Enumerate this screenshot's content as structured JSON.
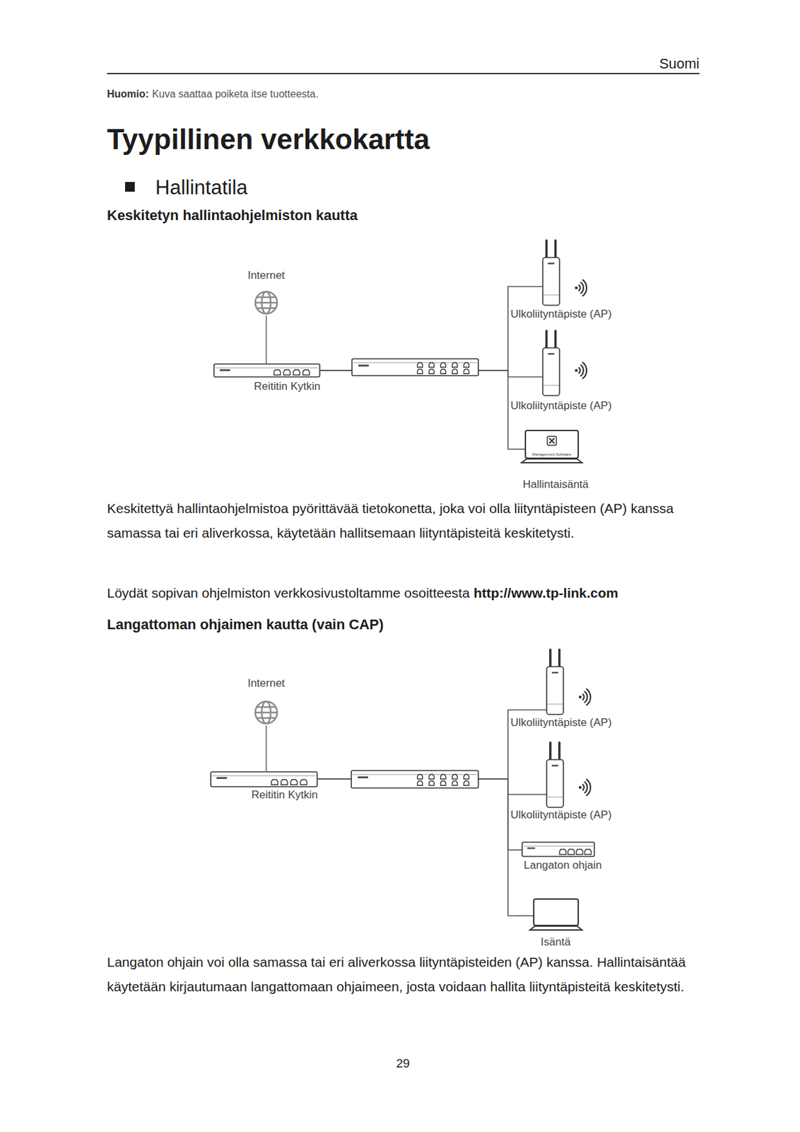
{
  "diagram": {
    "title": "Tyypillinen verkkokartta",
    "nodes": [
      {
        "text": [
          "Internet"
        ]
      },
      {
        "text": [
          "Reititin Kytkin"
        ]
      },
      {
        "text": [
          "Ulkoliityntäpiste (AP)"
        ]
      },
      {
        "text": [
          "Ulkoliityntäpiste (AP)"
        ]
      },
      {
        "text": [
          "Management Software",
          "Hallintaisäntä"
        ]
      },
      {
        "text": [
          "Internet"
        ]
      },
      {
        "text": [
          "Reititin Kytkin"
        ]
      },
      {
        "text": [
          "Ulkoliityntäpiste (AP)"
        ]
      },
      {
        "text": [
          "Ulkoliityntäpiste (AP)"
        ]
      },
      {
        "text": [
          "Langaton ohjain"
        ]
      },
      {
        "text": [
          "Isäntä"
        ]
      }
    ],
    "edges": [
      {
        "from": 0,
        "to": 1,
        "arrow": "none"
      },
      {
        "from": 1,
        "to": 2,
        "arrow": "none"
      },
      {
        "from": 1,
        "to": 3,
        "arrow": "none"
      },
      {
        "from": 1,
        "to": 4,
        "arrow": "none"
      },
      {
        "from": 5,
        "to": 6,
        "arrow": "none"
      },
      {
        "from": 6,
        "to": 7,
        "arrow": "none"
      },
      {
        "from": 6,
        "to": 8,
        "arrow": "none"
      },
      {
        "from": 6,
        "to": 9,
        "arrow": "none"
      },
      {
        "from": 6,
        "to": 10,
        "arrow": "none"
      }
    ],
    "labels": [
      "Suomi",
      "Huomio:",
      "Kuva saattaa poiketa itse tuotteesta.",
      "Hallintatila",
      "Keskitetyn hallintaohjelmiston kautta",
      "Keskitettyä hallintaohjelmistoa pyörittävää tietokonetta, joka voi olla liityntäpisteen (AP) kanssa samassa tai eri aliverkossa, käytetään hallitsemaan liityntäpisteitä keskitetysti.",
      "Löydät sopivan ohjelmiston verkkosivustoltamme osoitteesta",
      "http://www.tp-link.com",
      "Langattoman ohjaimen kautta (vain CAP)",
      "Langaton ohjain voi olla samassa tai eri aliverkossa liityntäpisteiden (AP) kanssa. Hallintaisäntää käytetään kirjautumaan langattomaan ohjaimeen, josta voidaan hallita liityntäpisteitä keskitetysti.",
      "29"
    ]
  }
}
